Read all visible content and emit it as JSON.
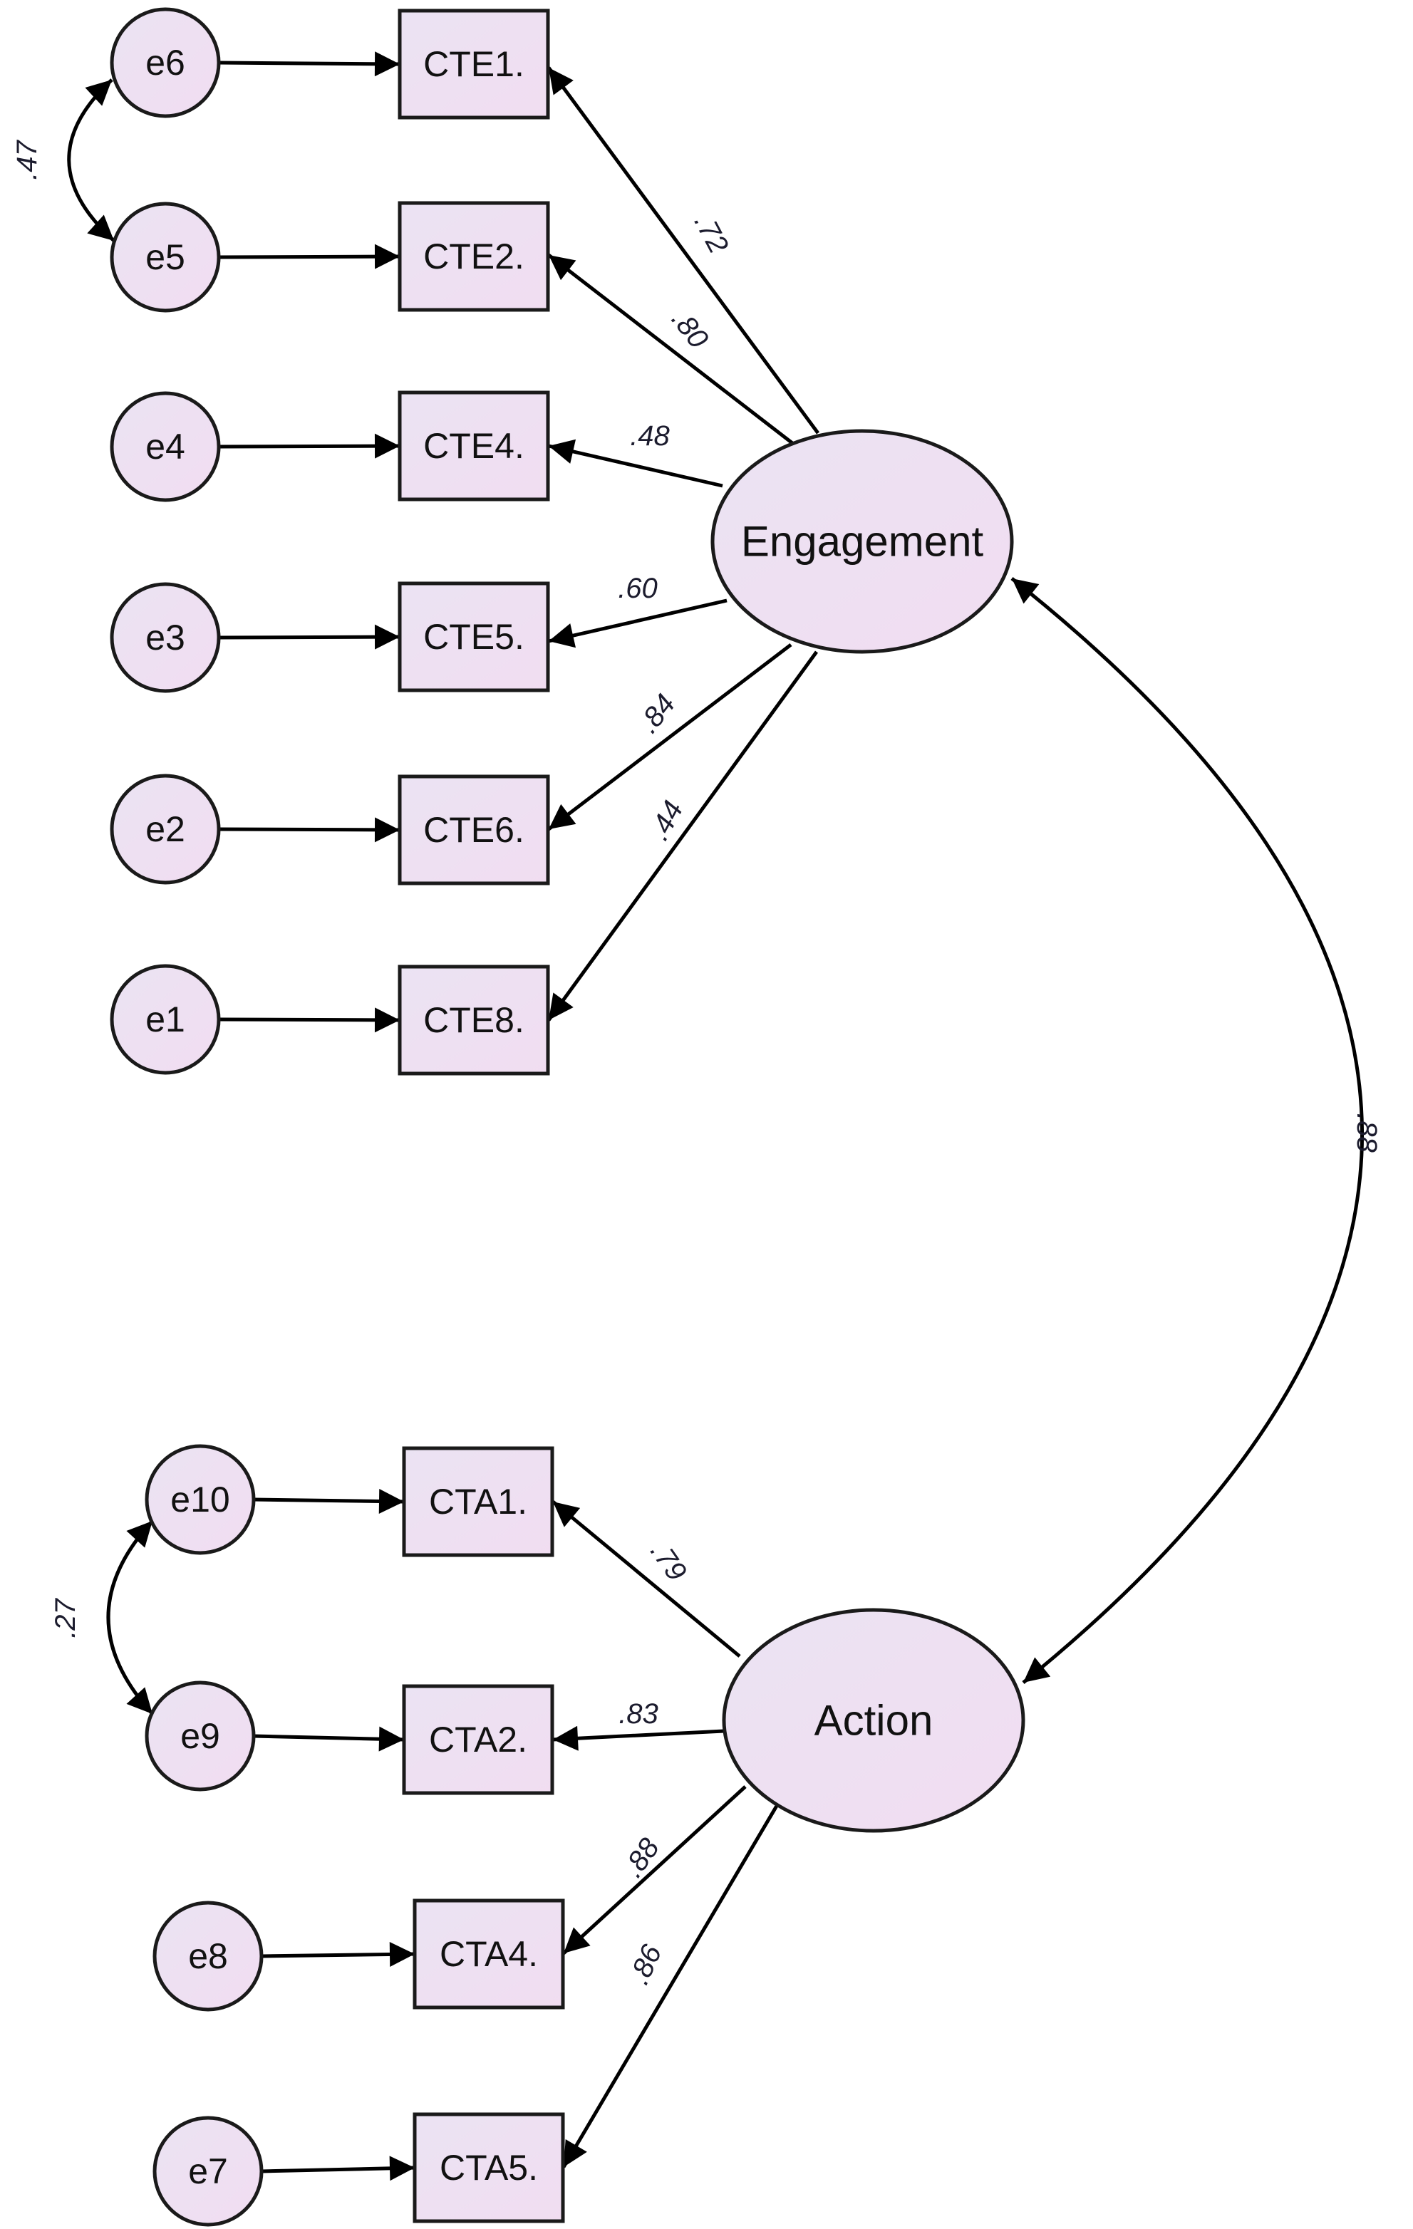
{
  "colors": {
    "node_fill_light": "#ebe3f3",
    "node_fill_accent": "#f1ddf1",
    "stroke": "#1a1a1a",
    "arrow": "#000000"
  },
  "errors": [
    {
      "id": "e6",
      "label": "e6"
    },
    {
      "id": "e5",
      "label": "e5"
    },
    {
      "id": "e4",
      "label": "e4"
    },
    {
      "id": "e3",
      "label": "e3"
    },
    {
      "id": "e2",
      "label": "e2"
    },
    {
      "id": "e1",
      "label": "e1"
    },
    {
      "id": "e10",
      "label": "e10"
    },
    {
      "id": "e9",
      "label": "e9"
    },
    {
      "id": "e8",
      "label": "e8"
    },
    {
      "id": "e7",
      "label": "e7"
    }
  ],
  "indicators": [
    {
      "id": "CTE1",
      "label": "CTE1."
    },
    {
      "id": "CTE2",
      "label": "CTE2."
    },
    {
      "id": "CTE4",
      "label": "CTE4."
    },
    {
      "id": "CTE5",
      "label": "CTE5."
    },
    {
      "id": "CTE6",
      "label": "CTE6."
    },
    {
      "id": "CTE8",
      "label": "CTE8."
    },
    {
      "id": "CTA1",
      "label": "CTA1."
    },
    {
      "id": "CTA2",
      "label": "CTA2."
    },
    {
      "id": "CTA4",
      "label": "CTA4."
    },
    {
      "id": "CTA5",
      "label": "CTA5."
    }
  ],
  "latents": [
    {
      "id": "engagement",
      "label": "Engagement"
    },
    {
      "id": "action",
      "label": "Action"
    }
  ],
  "error_links": [
    {
      "from": "e6",
      "to": "CTE1"
    },
    {
      "from": "e5",
      "to": "CTE2"
    },
    {
      "from": "e4",
      "to": "CTE4"
    },
    {
      "from": "e3",
      "to": "CTE5"
    },
    {
      "from": "e2",
      "to": "CTE6"
    },
    {
      "from": "e1",
      "to": "CTE8"
    },
    {
      "from": "e10",
      "to": "CTA1"
    },
    {
      "from": "e9",
      "to": "CTA2"
    },
    {
      "from": "e8",
      "to": "CTA4"
    },
    {
      "from": "e7",
      "to": "CTA5"
    }
  ],
  "loadings": [
    {
      "latent": "engagement",
      "indicator": "CTE1",
      "value": ".72"
    },
    {
      "latent": "engagement",
      "indicator": "CTE2",
      "value": ".80"
    },
    {
      "latent": "engagement",
      "indicator": "CTE4",
      "value": ".48"
    },
    {
      "latent": "engagement",
      "indicator": "CTE5",
      "value": ".60"
    },
    {
      "latent": "engagement",
      "indicator": "CTE6",
      "value": ".84"
    },
    {
      "latent": "engagement",
      "indicator": "CTE8",
      "value": ".44"
    },
    {
      "latent": "action",
      "indicator": "CTA1",
      "value": ".79"
    },
    {
      "latent": "action",
      "indicator": "CTA2",
      "value": ".83"
    },
    {
      "latent": "action",
      "indicator": "CTA4",
      "value": ".88"
    },
    {
      "latent": "action",
      "indicator": "CTA5",
      "value": ".86"
    }
  ],
  "covariances": [
    {
      "a": "e6",
      "b": "e5",
      "value": ".47"
    },
    {
      "a": "e10",
      "b": "e9",
      "value": ".27"
    },
    {
      "a": "engagement",
      "b": "action",
      "value": ".88"
    }
  ]
}
